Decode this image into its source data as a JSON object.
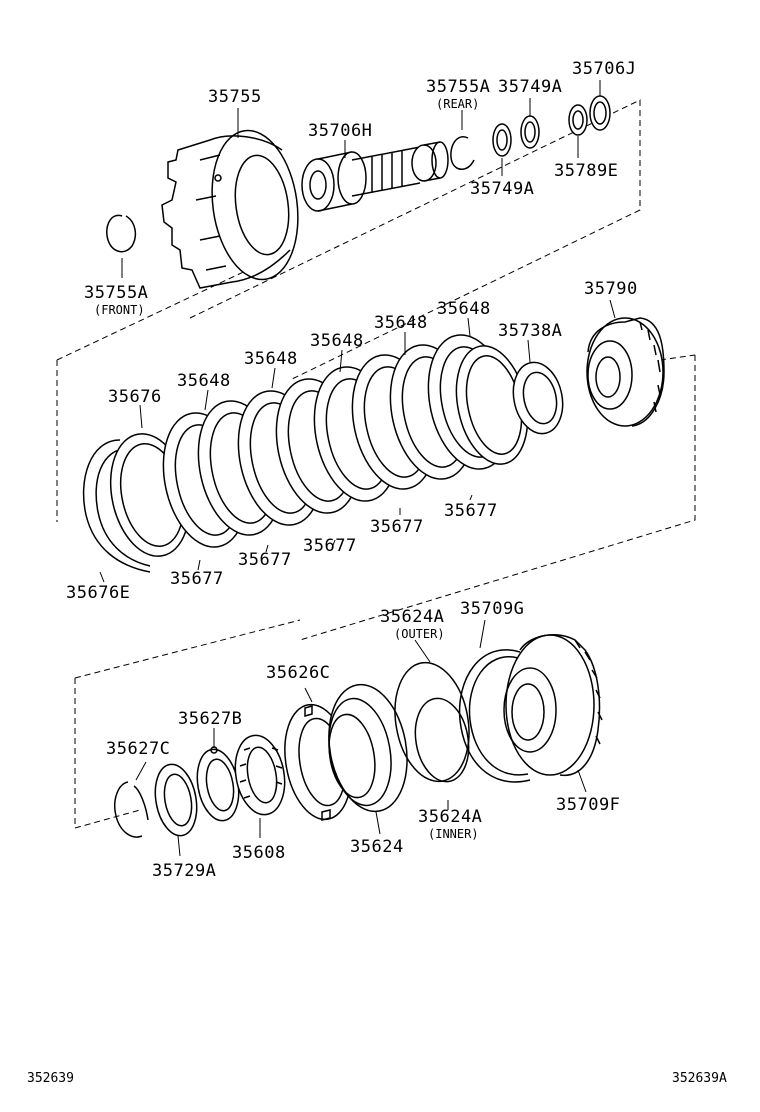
{
  "labels": {
    "p35755": "35755",
    "p35706H": "35706H",
    "p35755A_rear": "35755A",
    "rear": "(REAR)",
    "p35749A_top": "35749A",
    "p35706J": "35706J",
    "p35749A_bot": "35749A",
    "p35789E": "35789E",
    "p35755A_front": "35755A",
    "front": "(FRONT)",
    "p35790": "35790",
    "p35648_a": "35648",
    "p35648_b": "35648",
    "p35648_c": "35648",
    "p35648_d": "35648",
    "p35648_e": "35648",
    "p35738A": "35738A",
    "p35676": "35676",
    "p35677_a": "35677",
    "p35677_b": "35677",
    "p35677_c": "35677",
    "p35677_d": "35677",
    "p35677_e": "35677",
    "p35676E": "35676E",
    "p35624A_outer": "35624A",
    "outer": "(OUTER)",
    "p35709G": "35709G",
    "p35626C": "35626C",
    "p35627B": "35627B",
    "p35627C": "35627C",
    "p35624A_inner": "35624A",
    "inner": "(INNER)",
    "p35709F": "35709F",
    "p35608": "35608",
    "p35624": "35624",
    "p35729A": "35729A"
  },
  "footer": {
    "left": "352639",
    "right": "352639A"
  }
}
